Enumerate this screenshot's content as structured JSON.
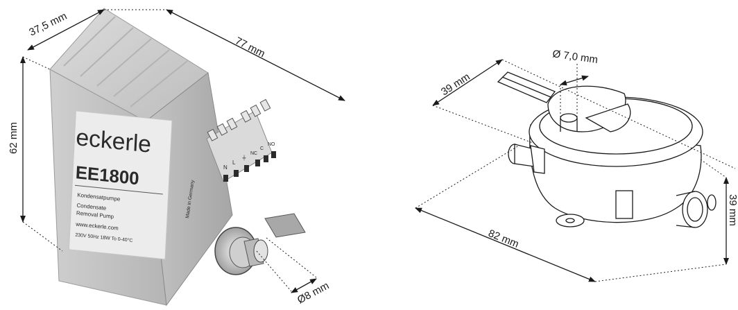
{
  "unit_pump": {
    "brand": "eckerle",
    "model": "EE1800",
    "label_lines": [
      "Kondensatpumpe",
      "Condensate",
      "Removal Pump",
      "www.eckerle.com",
      "230V 50Hz 18W To 0-40°C"
    ],
    "side_text": "Made in Germany",
    "terminal_marks": [
      "N",
      "L",
      "⏚",
      "NC",
      "C",
      "NO"
    ],
    "dimensions": {
      "depth": "37,5 mm",
      "length": "77 mm",
      "height": "62 mm",
      "outlet": "Ø8 mm"
    }
  },
  "reservoir": {
    "dimensions": {
      "hose": "Ø 7,0 mm",
      "width": "39 mm",
      "length": "82 mm",
      "height": "39 mm"
    }
  },
  "colors": {
    "line": "#1a1a1a",
    "body": "#d2d2d2",
    "body_dark": "#a9a9a9",
    "label": "#ececec"
  }
}
